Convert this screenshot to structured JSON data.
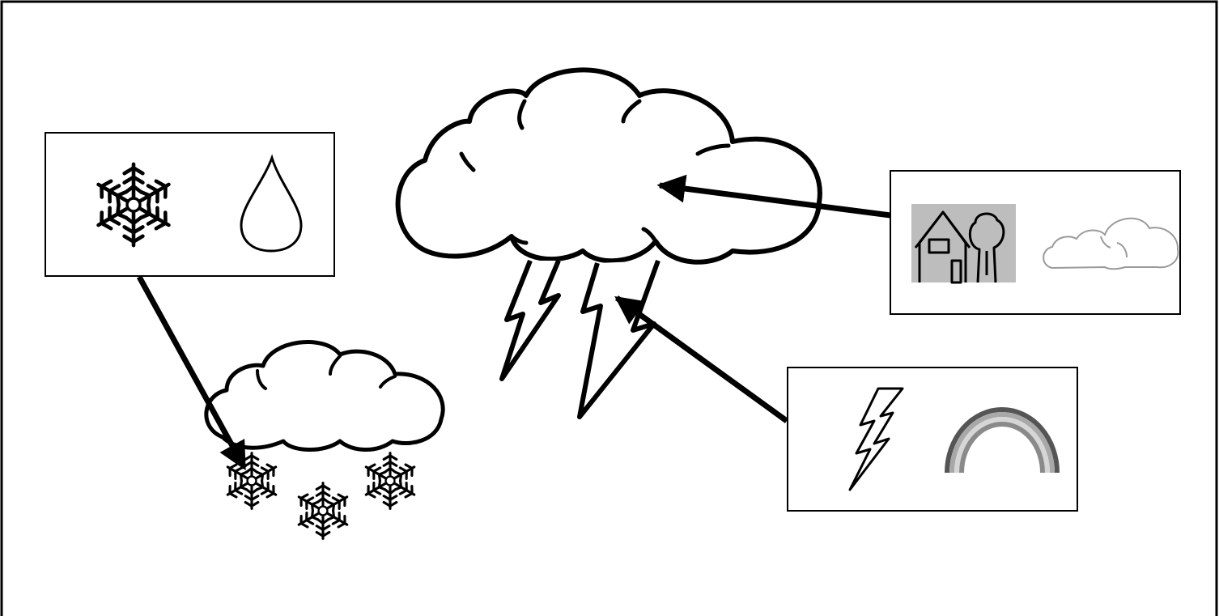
{
  "diagram": {
    "kind": "weather-matching-activity",
    "colors": {
      "line": "#000000",
      "background": "#ffffff",
      "photo_gray": "#bdbdbd",
      "thin_cloud_stroke": "#9a9a9a"
    },
    "option_boxes": [
      {
        "id": "box-precipitation",
        "icons": [
          "snowflake-icon",
          "raindrop-icon"
        ],
        "arrow_target": "snow-cloud-flakes"
      },
      {
        "id": "box-house-clouds",
        "icons": [
          "house-tree-icon",
          "cloud-outline-icon"
        ],
        "arrow_target": "storm-cloud"
      },
      {
        "id": "box-lightning-rainbow",
        "icons": [
          "lightning-icon",
          "rainbow-icon"
        ],
        "arrow_target": "lightning-bolts"
      }
    ],
    "scenes": [
      {
        "id": "storm-cloud",
        "elements": [
          "cloud",
          "lightning-bolt",
          "lightning-bolt"
        ]
      },
      {
        "id": "snow-cloud",
        "elements": [
          "cloud",
          "snowflake",
          "snowflake",
          "snowflake"
        ]
      }
    ]
  }
}
